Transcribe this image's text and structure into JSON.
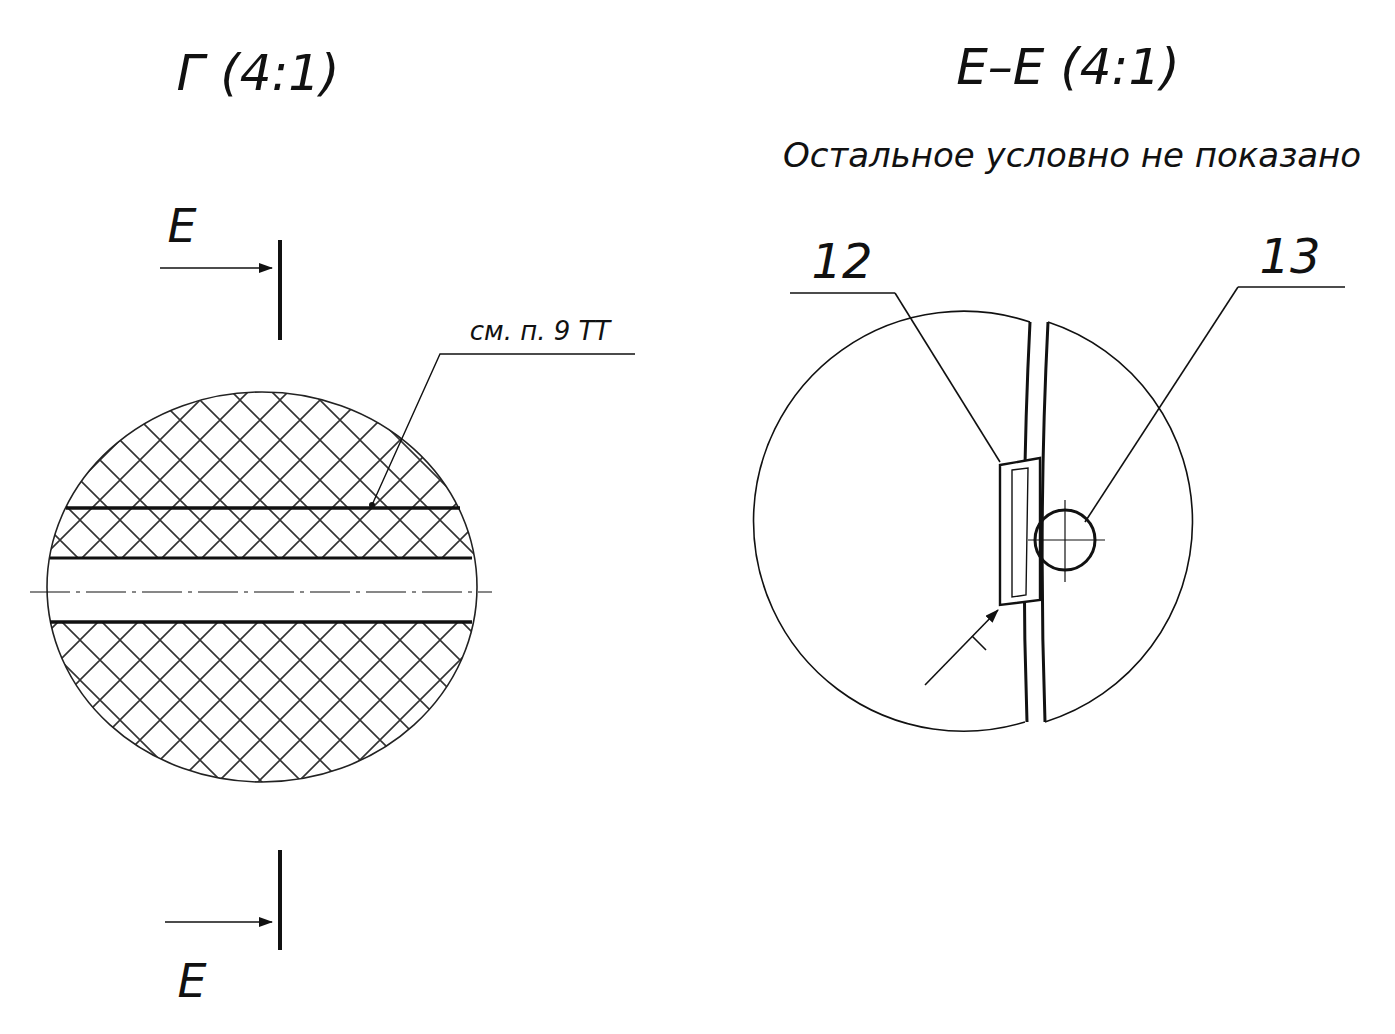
{
  "diagram": {
    "labels": [
      "Г (4:1)",
      "Е",
      "см. п. 9 ТТ",
      "Е",
      "Е–Е (4:1)",
      "Остальное условно не показано",
      "12",
      "13"
    ]
  }
}
